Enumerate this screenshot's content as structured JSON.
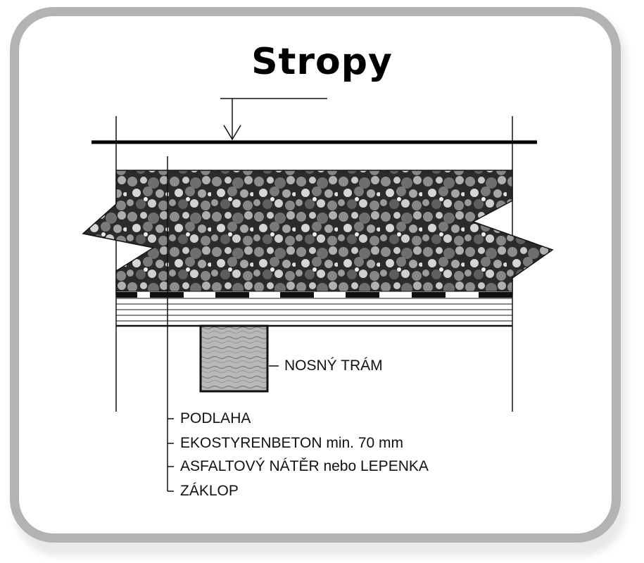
{
  "title": "Stropy",
  "labels": {
    "beam": "NOSNÝ TRÁM",
    "floor": "PODLAHA",
    "concrete": "EKOSTYRENBETON min. 70 mm",
    "coating": "ASFALTOVÝ NÁTĚR nebo LEPENKA",
    "boarding": "ZÁKLOP"
  },
  "colors": {
    "frame": "#b3b3b5",
    "ink": "#111111",
    "aggregate": "#444444"
  }
}
